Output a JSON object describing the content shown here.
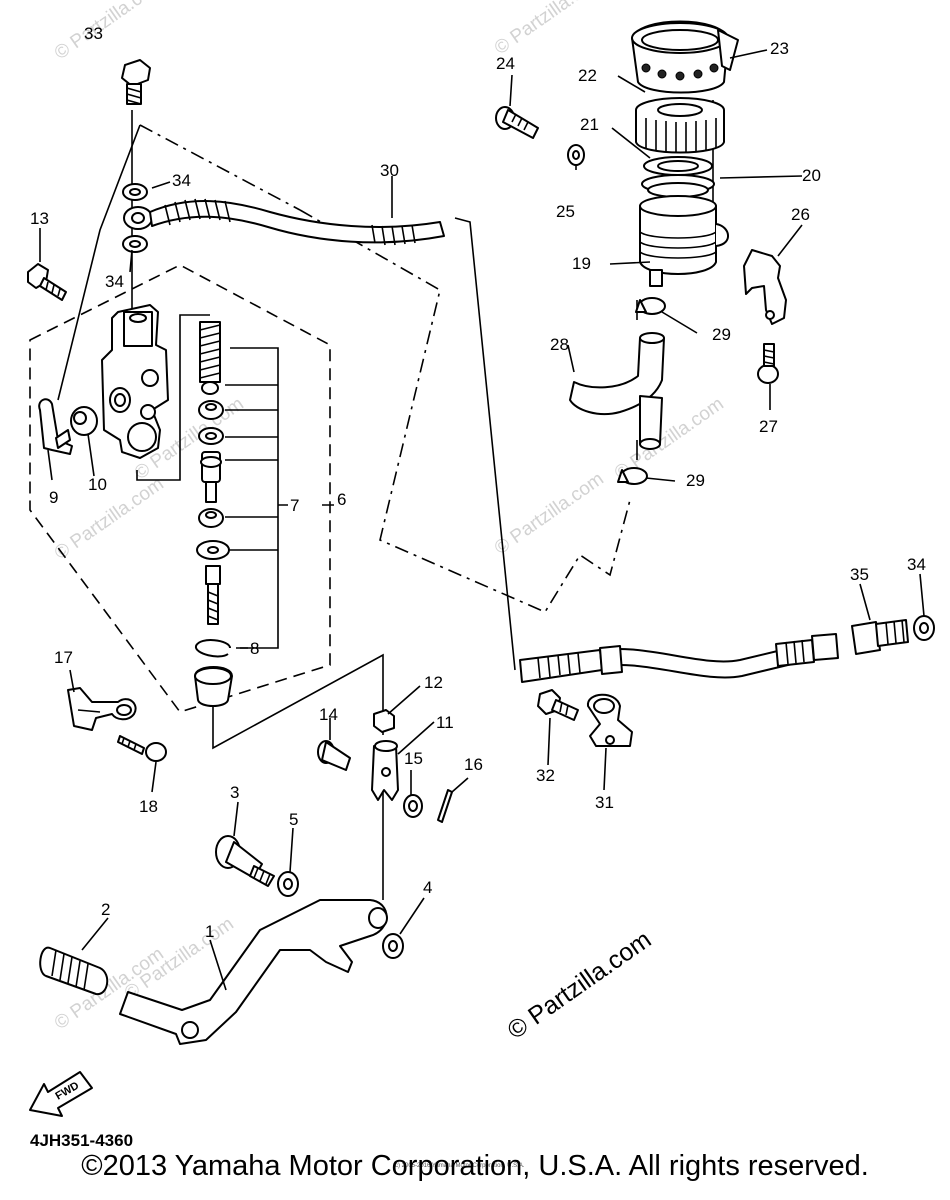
{
  "diagram": {
    "diagram_code": "4JH351-4360",
    "fwd_label": "FWD",
    "copyright": "©2013 Yamaha Motor Corporation, U.S.A. All rights reserved.",
    "small_copyright": "(c) 2005-2016 Yamaha Motor Corporation, U.S.A.",
    "watermark": "© Partzilla.com",
    "watermark_small": "© Partzilla.com",
    "callouts": [
      "33",
      "34",
      "34",
      "13",
      "30",
      "24",
      "23",
      "22",
      "21",
      "25",
      "20",
      "19",
      "26",
      "29",
      "28",
      "27",
      "29",
      "9",
      "10",
      "7",
      "6",
      "8",
      "17",
      "18",
      "12",
      "14",
      "11",
      "15",
      "16",
      "3",
      "5",
      "4",
      "2",
      "1",
      "35",
      "34",
      "32",
      "31"
    ]
  }
}
